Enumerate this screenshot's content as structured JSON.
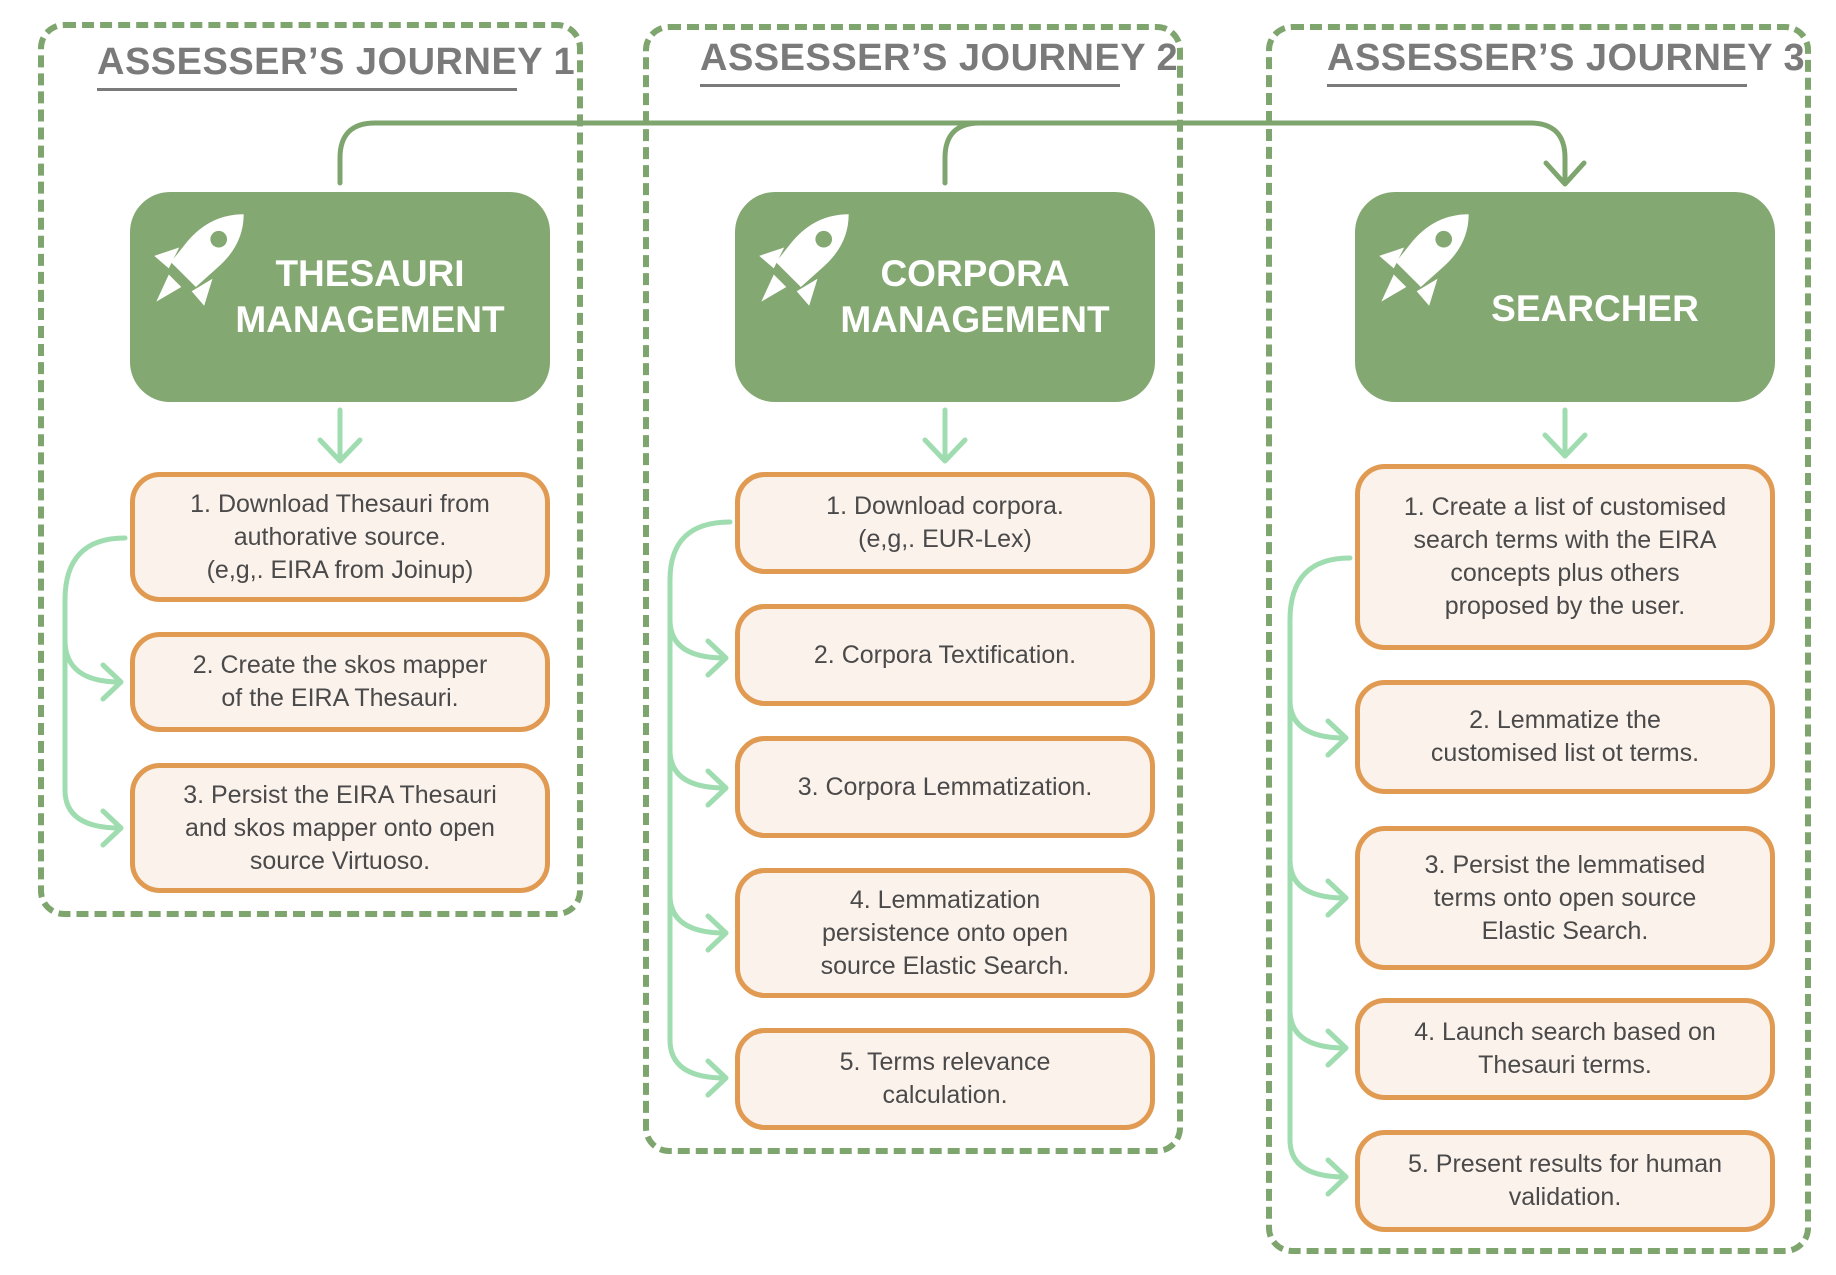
{
  "journeys": [
    {
      "title": "ASSESSER’S JOURNEY 1",
      "module_lines": [
        "THESAURI",
        "MANAGEMENT"
      ],
      "steps": [
        [
          "1.  Download Thesauri from",
          "authorative source.",
          "(e,g,. EIRA from Joinup)"
        ],
        [
          "2. Create the skos mapper",
          "of the EIRA Thesauri."
        ],
        [
          "3. Persist the EIRA Thesauri",
          "and skos mapper onto open",
          "source Virtuoso."
        ]
      ]
    },
    {
      "title": "ASSESSER’S JOURNEY 2",
      "module_lines": [
        "CORPORA",
        "MANAGEMENT"
      ],
      "steps": [
        [
          "1.  Download corpora.",
          "(e,g,. EUR-Lex)"
        ],
        [
          "2. Corpora Textification."
        ],
        [
          "3. Corpora Lemmatization."
        ],
        [
          "4. Lemmatization",
          "persistence onto open",
          "source Elastic Search."
        ],
        [
          "5. Terms relevance",
          "calculation."
        ]
      ]
    },
    {
      "title": "ASSESSER’S JOURNEY 3",
      "module_lines": [
        "SEARCHER"
      ],
      "steps": [
        [
          "1. Create a list of customised",
          "search terms with the EIRA",
          "concepts plus others",
          "proposed by the user."
        ],
        [
          "2. Lemmatize the",
          "customised list ot terms."
        ],
        [
          "3. Persist the lemmatised",
          "terms onto open source",
          "Elastic Search."
        ],
        [
          "4. Launch search based on",
          "Thesauri terms."
        ],
        [
          "5. Present results for human",
          "validation."
        ]
      ]
    }
  ],
  "icons": {
    "module_icon": "rocket-icon",
    "flow_arrow": "arrow-icon"
  },
  "colors": {
    "frame": "#7fa56f",
    "module": "#84a872",
    "module_text": "#ffffff",
    "step_border": "#e19a52",
    "step_fill": "#fcf2ec",
    "step_text": "#4a4a4a",
    "arrow_main": "#7fa56f",
    "arrow_branch": "#9fdcb0",
    "title_text": "#7a7a7a"
  }
}
